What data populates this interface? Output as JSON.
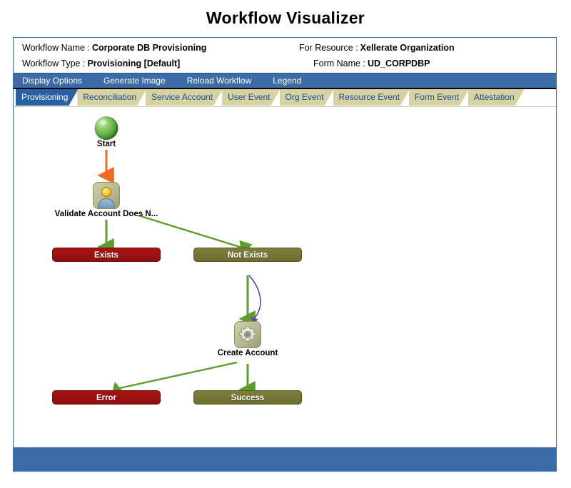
{
  "page": {
    "title": "Workflow Visualizer"
  },
  "info": {
    "workflow_name_label": "Workflow Name :",
    "workflow_name_value": "Corporate DB Provisioning",
    "workflow_type_label": "Workflow Type :",
    "workflow_type_value": "Provisioning [Default]",
    "for_resource_label": "For Resource :",
    "for_resource_value": "Xellerate Organization",
    "form_name_label": "Form Name :",
    "form_name_value": "UD_CORPDBP"
  },
  "menu": {
    "items": [
      {
        "label": "Display Options"
      },
      {
        "label": "Generate Image"
      },
      {
        "label": "Reload Workflow"
      },
      {
        "label": "Legend"
      }
    ]
  },
  "tabs": {
    "active": "Provisioning",
    "items": [
      {
        "label": "Provisioning",
        "active": true
      },
      {
        "label": "Reconciliation",
        "active": false
      },
      {
        "label": "Service Account",
        "active": false
      },
      {
        "label": "User Event",
        "active": false
      },
      {
        "label": "Org Event",
        "active": false
      },
      {
        "label": "Resource Event",
        "active": false
      },
      {
        "label": "Form Event",
        "active": false
      },
      {
        "label": "Attestation",
        "active": false
      }
    ]
  },
  "diagram": {
    "nodes": [
      {
        "id": "start",
        "label": "Start",
        "type": "start-sphere"
      },
      {
        "id": "validate",
        "label": "Validate Account Does N...",
        "type": "task-user"
      },
      {
        "id": "exists",
        "label": "Exists",
        "type": "status-red"
      },
      {
        "id": "notexists",
        "label": "Not Exists",
        "type": "status-olive"
      },
      {
        "id": "create",
        "label": "Create Account",
        "type": "task-gear"
      },
      {
        "id": "error",
        "label": "Error",
        "type": "status-red"
      },
      {
        "id": "success",
        "label": "Success",
        "type": "status-olive"
      }
    ],
    "edges": [
      {
        "from": "start",
        "to": "validate",
        "color": "#F26A1B"
      },
      {
        "from": "validate",
        "to": "exists",
        "color": "#4C9A2A"
      },
      {
        "from": "validate",
        "to": "notexists",
        "color": "#4C9A2A"
      },
      {
        "from": "notexists",
        "to": "create",
        "color": "#4C9A2A"
      },
      {
        "from": "notexists",
        "to": "create",
        "color": "#5B2C91"
      },
      {
        "from": "create",
        "to": "error",
        "color": "#4C9A2A"
      },
      {
        "from": "create",
        "to": "success",
        "color": "#4C9A2A"
      }
    ]
  },
  "colors": {
    "header_blue": "#3B6CA8",
    "tab_active_blue": "#2B5FA4",
    "tab_inactive_khaki": "#D6D2A4",
    "status_red": "#A81313",
    "status_olive": "#7D7F3B",
    "arrow_green": "#4C9A2A",
    "arrow_orange": "#F26A1B",
    "arrow_purple": "#5B2C91"
  }
}
